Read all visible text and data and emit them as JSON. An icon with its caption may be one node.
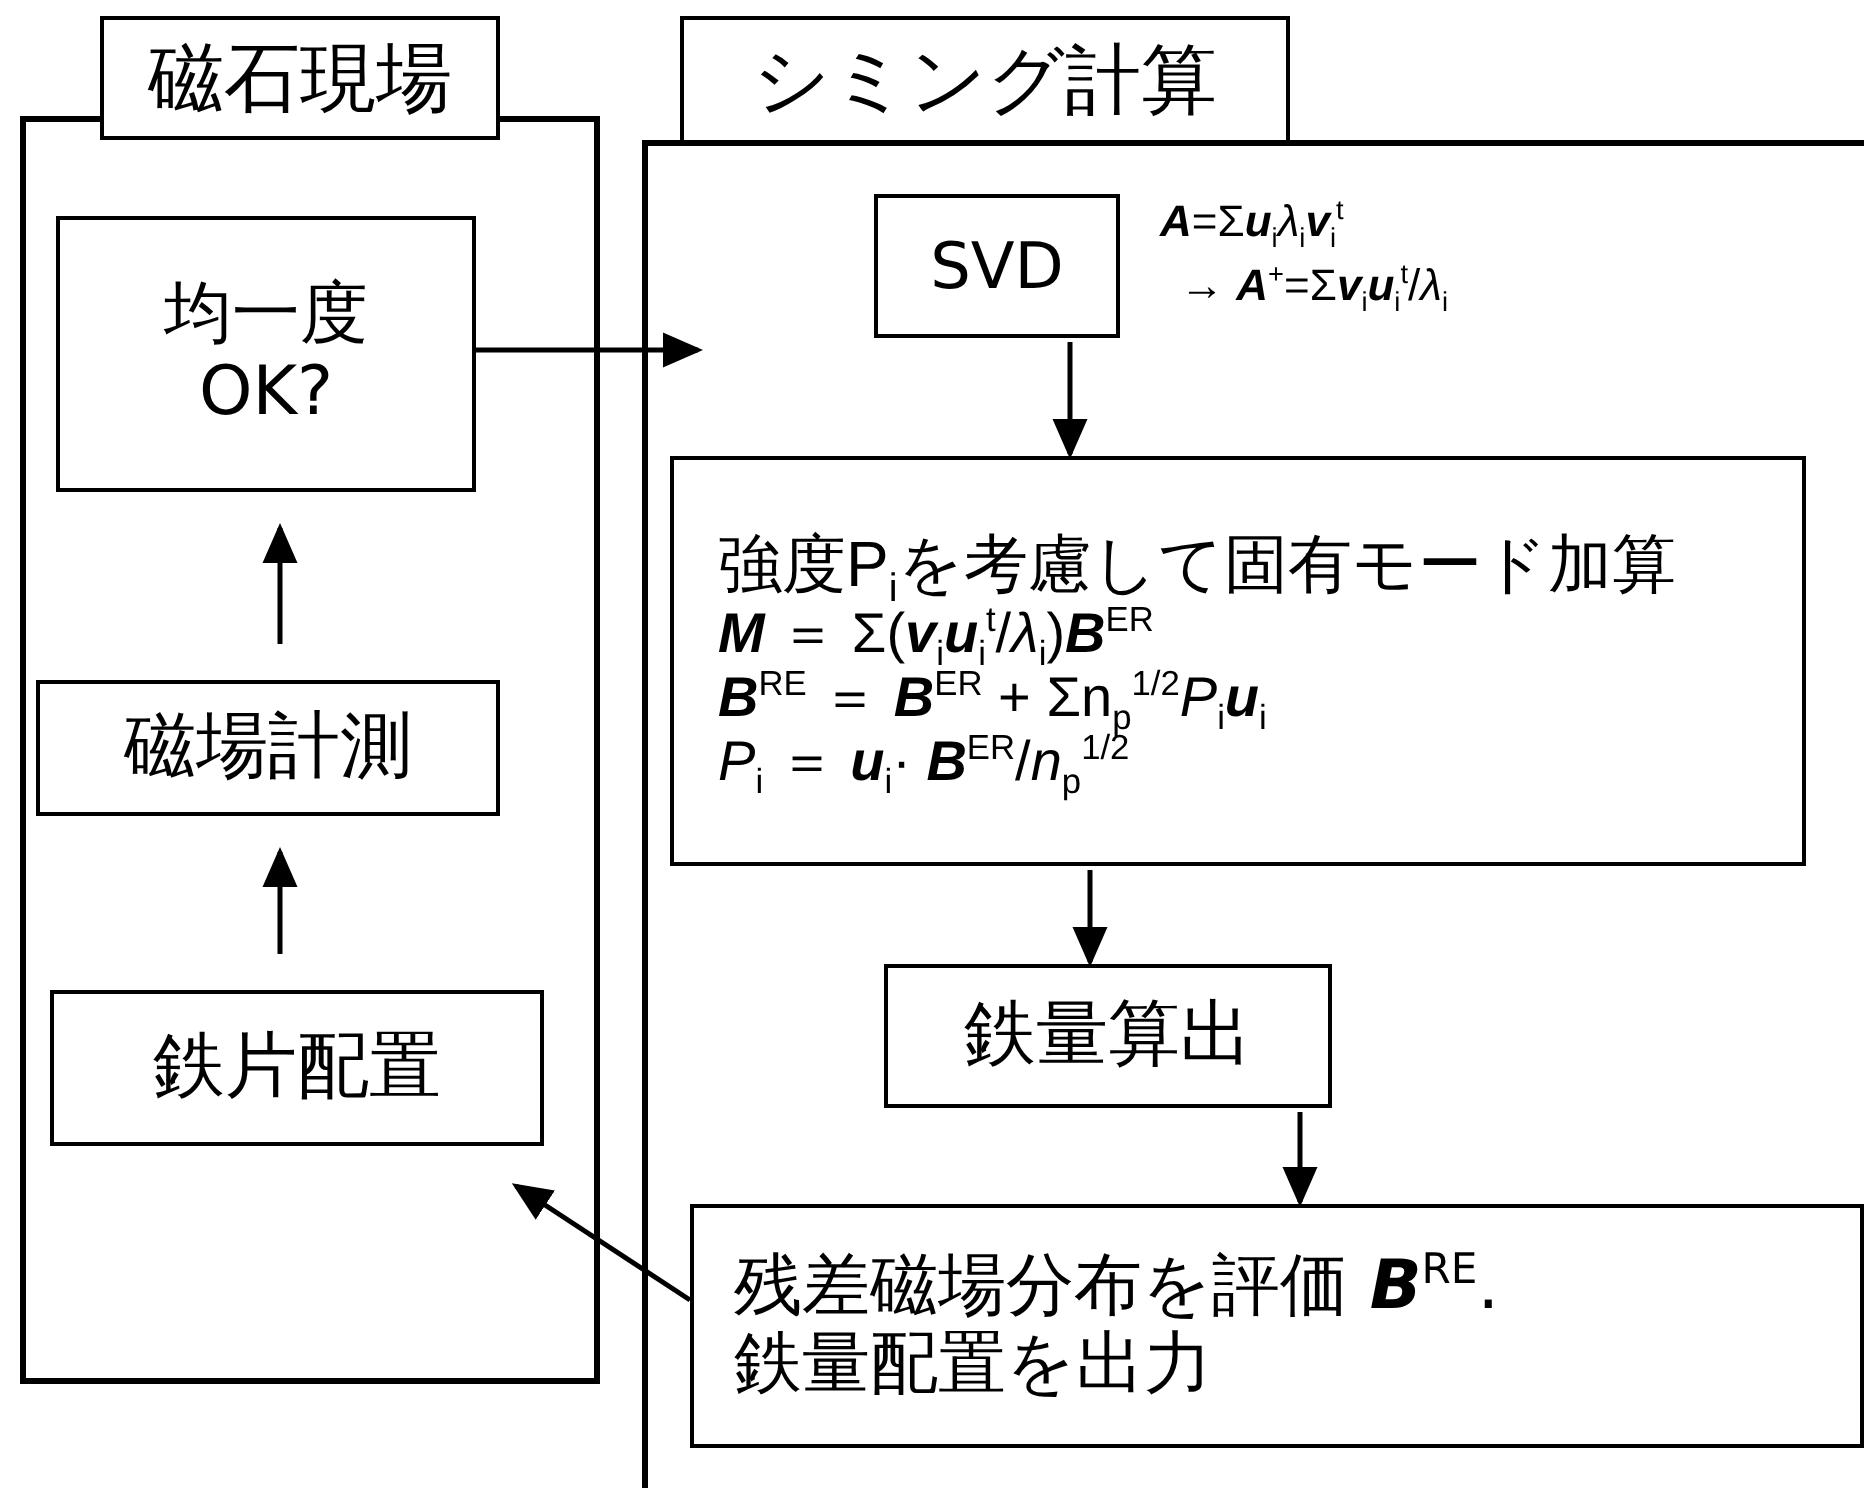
{
  "diagram": {
    "nodes": [
      {
        "text": [
          "磁石現場"
        ]
      },
      {
        "text": [
          "均一度 OK?"
        ],
        "in": 0
      },
      {
        "text": [
          "磁場計測"
        ],
        "in": 0
      },
      {
        "text": [
          "鉄片配置"
        ],
        "in": 0
      },
      {
        "text": [
          "シミング計算"
        ]
      },
      {
        "text": [
          "SVD"
        ],
        "in": 4,
        "beside": [
          "**A**=Σ**u**$_{i}$*λ*$_{i}$**v**$_{i}$$^{t}$",
          "→ **A**$^{+}$=Σ**v**$_{i}$**u**$_{i}$$^{t}$/*λ*$_{i}$"
        ]
      },
      {
        "text": [
          "強度P$_{i}$を考慮して固有モード加算",
          "**M** ＝ Σ(**v**$_{i}$**u**$_{i}$$^{t}$/*λ*$_{i}$)**B**$^{ER}$",
          "**B**$^{RE}$ ＝ **B**$^{ER}$ + Σn$_{p}$$^{1/2}$*P*$_{i}$**u**$_{i}$",
          "*P*$_{i}$ ＝ **u**$_{i}$· **B**$^{ER}$/*n*$_{p}$$^{1/2}$"
        ],
        "in": 4
      },
      {
        "text": [
          "鉄量算出"
        ],
        "in": 4
      },
      {
        "text": [
          "残差磁場分布を評価 **B**$^{RE}$.",
          "鉄量配置を出力"
        ],
        "in": 4
      }
    ],
    "edges": [
      {
        "from": 1,
        "to": 4,
        "arrow": "to"
      },
      {
        "from": 5,
        "to": 6,
        "arrow": "to"
      },
      {
        "from": 6,
        "to": 7,
        "arrow": "to"
      },
      {
        "from": 7,
        "to": 8,
        "arrow": "to"
      },
      {
        "from": 8,
        "to": 3,
        "arrow": "to"
      },
      {
        "from": 3,
        "to": 2,
        "arrow": "to"
      },
      {
        "from": 2,
        "to": 1,
        "arrow": "to"
      }
    ]
  }
}
